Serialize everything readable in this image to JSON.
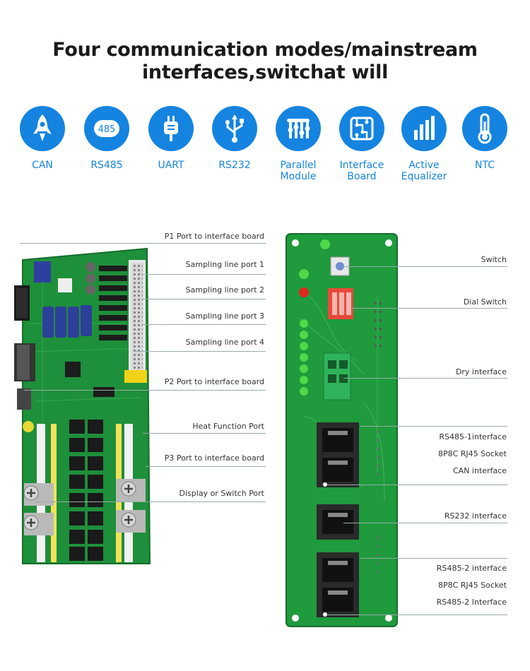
{
  "header": {
    "line1": "Four communication modes/mainstream",
    "line2": "interfaces,switchat will"
  },
  "features": [
    {
      "icon": "rocket-icon",
      "label": "CAN"
    },
    {
      "icon": "badge-485-icon",
      "label": "RS485",
      "badge": "485"
    },
    {
      "icon": "plug-icon",
      "label": "UART"
    },
    {
      "icon": "usb-icon",
      "label": "RS232"
    },
    {
      "icon": "parallel-icon",
      "label": "Parallel\nModule"
    },
    {
      "icon": "circuit-board-icon",
      "label": "Interface\nBoard"
    },
    {
      "icon": "bar-chart-icon",
      "label": "Active\nEqualizer"
    },
    {
      "icon": "thermometer-icon",
      "label": "NTC"
    }
  ],
  "left_board": {
    "callouts": [
      "P1 Port to interface board",
      "Sampling line port 1",
      "Sampling line port 2",
      "Sampling line port 3",
      "Sampling line port 4",
      "P2 Port to interface board",
      "Heat Function Port",
      "P3 Port to interface board",
      "Display or Switch Port"
    ]
  },
  "right_board": {
    "callouts": [
      "Switch",
      "Dial Switch",
      "Dry interface",
      "RS485-1interface",
      "8P8C RJ45 Socket",
      "CAN interface",
      "RS232 interface",
      "RS485-2 interface",
      "8P8C RJ45 Socket",
      "RS485-2 Interface"
    ]
  },
  "colors": {
    "brand_blue": "#1584e0",
    "pcb_green": "#1f9a3d",
    "led_green": "#4fd84a",
    "led_red": "#e0281e"
  }
}
